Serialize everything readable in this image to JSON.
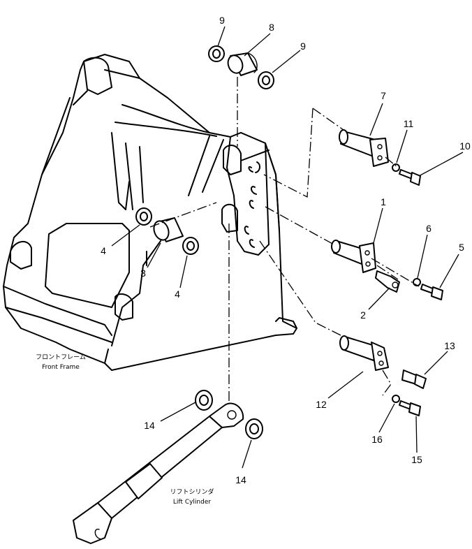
{
  "labels": {
    "front_frame_jp": "フロントフレーム",
    "front_frame_en": "Front Frame",
    "lift_cylinder_jp": "リフトシリンダ",
    "lift_cylinder_en": "Lift Cylinder"
  },
  "callouts": [
    "9",
    "8",
    "9",
    "7",
    "11",
    "10",
    "1",
    "6",
    "5",
    "2",
    "4",
    "3",
    "4",
    "13",
    "12",
    "16",
    "15",
    "14",
    "14"
  ]
}
